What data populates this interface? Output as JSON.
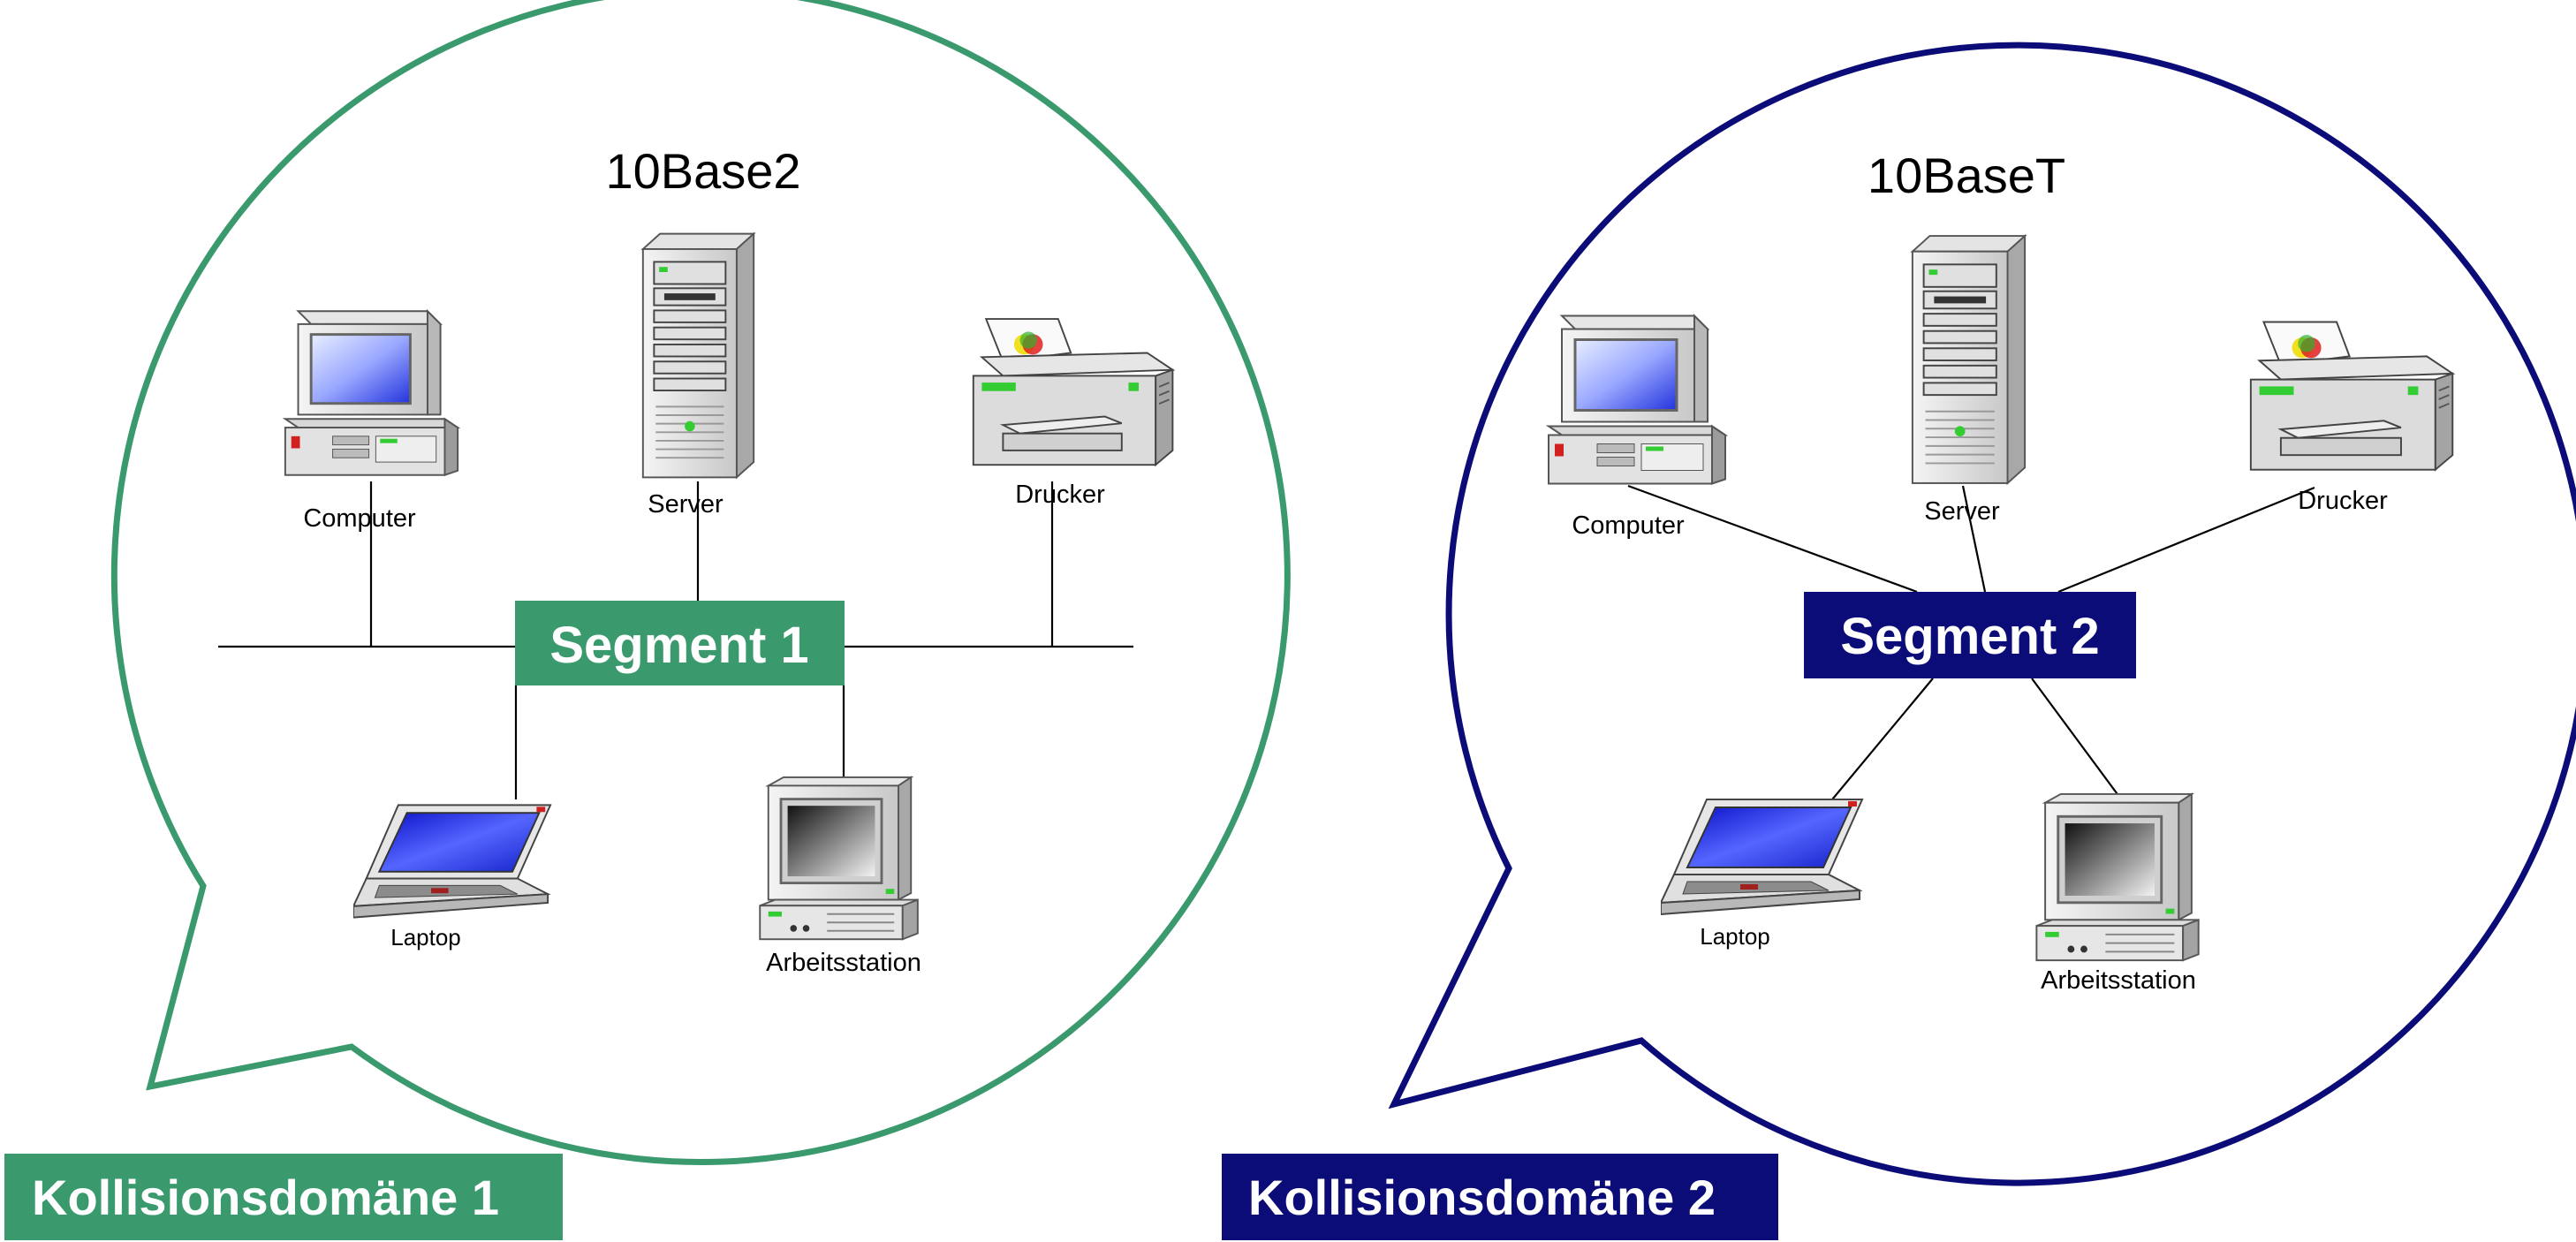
{
  "colors": {
    "domain1": "#3a9a6e",
    "domain2": "#0c0c78",
    "text_on_box": "#ffffff"
  },
  "domain1": {
    "title": "10Base2",
    "segment": "Segment 1",
    "domain_label": "Kollisionsdomäne 1",
    "devices": {
      "computer": "Computer",
      "server": "Server",
      "printer": "Drucker",
      "laptop": "Laptop",
      "workstation": "Arbeitsstation"
    },
    "topology": "bus"
  },
  "domain2": {
    "title": "10BaseT",
    "segment": "Segment 2",
    "domain_label": "Kollisionsdomäne 2",
    "devices": {
      "computer": "Computer",
      "server": "Server",
      "printer": "Drucker",
      "laptop": "Laptop",
      "workstation": "Arbeitsstation"
    },
    "topology": "star"
  },
  "icons": [
    "computer-icon",
    "server-icon",
    "printer-icon",
    "laptop-icon",
    "workstation-icon"
  ]
}
